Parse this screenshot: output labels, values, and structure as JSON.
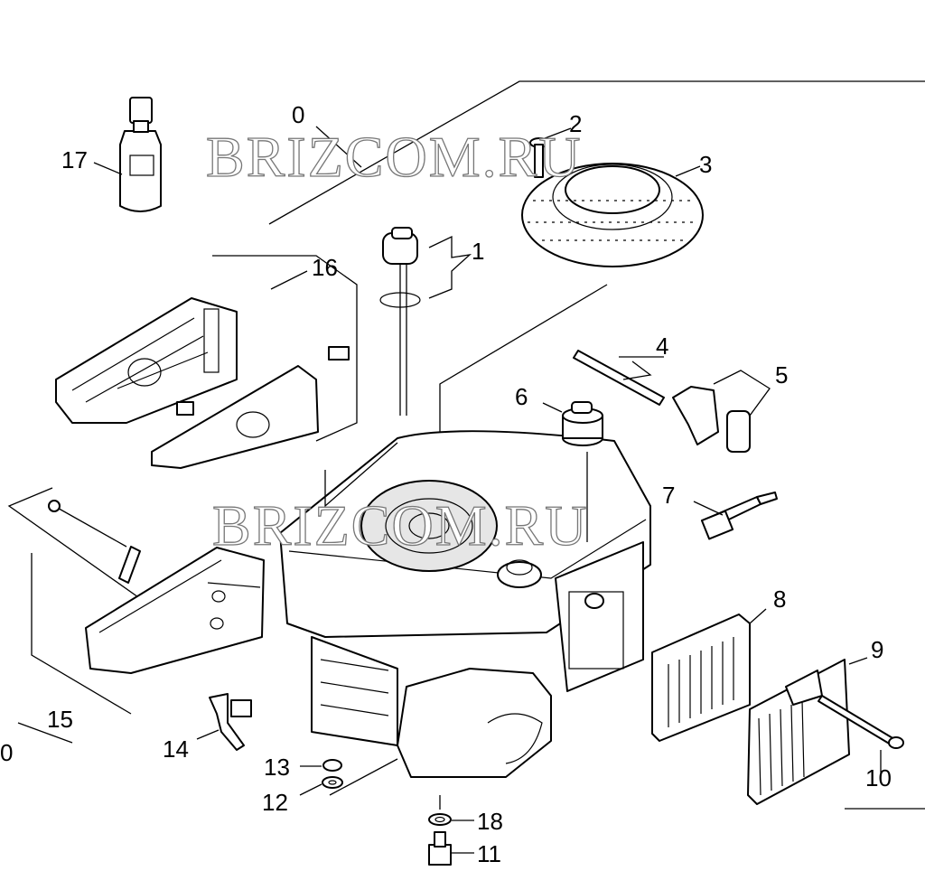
{
  "watermark": "BRIZCOM.RU",
  "labels": {
    "p0": "0",
    "p0b": "0",
    "p1": "1",
    "p2": "2",
    "p3": "3",
    "p4": "4",
    "p5": "5",
    "p6": "6",
    "p7": "7",
    "p8": "8",
    "p9": "9",
    "p10": "10",
    "p11": "11",
    "p12": "12",
    "p13": "13",
    "p14": "14",
    "p15": "15",
    "p16": "16",
    "p17": "17",
    "p18": "18"
  }
}
